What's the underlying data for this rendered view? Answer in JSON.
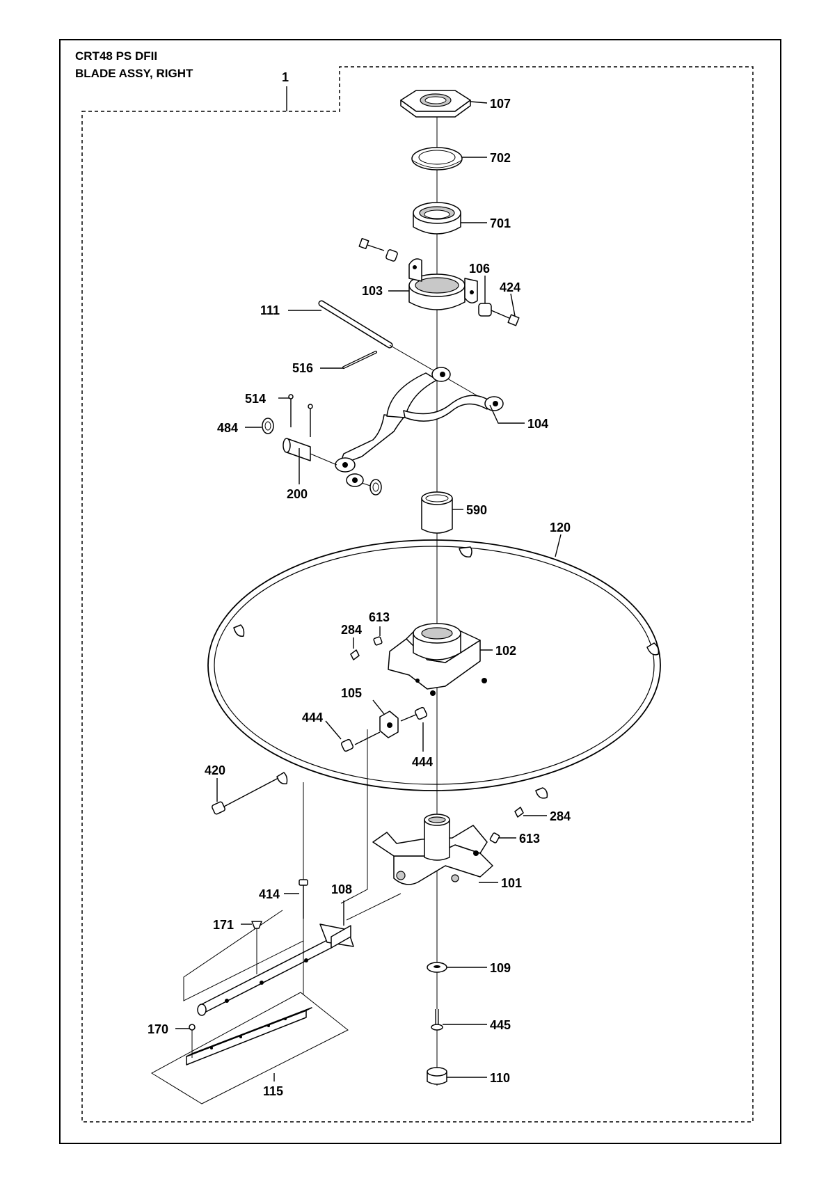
{
  "header": {
    "model": "CRT48 PS DFII",
    "assembly_name": "BLADE ASSY, RIGHT",
    "assembly_number": "1"
  },
  "callouts": [
    {
      "id": "107",
      "label": "107"
    },
    {
      "id": "702",
      "label": "702"
    },
    {
      "id": "701",
      "label": "701"
    },
    {
      "id": "106",
      "label": "106"
    },
    {
      "id": "424",
      "label": "424"
    },
    {
      "id": "103",
      "label": "103"
    },
    {
      "id": "111",
      "label": "111"
    },
    {
      "id": "516",
      "label": "516"
    },
    {
      "id": "514",
      "label": "514"
    },
    {
      "id": "484",
      "label": "484"
    },
    {
      "id": "104",
      "label": "104"
    },
    {
      "id": "200",
      "label": "200"
    },
    {
      "id": "590",
      "label": "590"
    },
    {
      "id": "120",
      "label": "120"
    },
    {
      "id": "613a",
      "label": "613"
    },
    {
      "id": "284a",
      "label": "284"
    },
    {
      "id": "102",
      "label": "102"
    },
    {
      "id": "105",
      "label": "105"
    },
    {
      "id": "444a",
      "label": "444"
    },
    {
      "id": "444b",
      "label": "444"
    },
    {
      "id": "420",
      "label": "420"
    },
    {
      "id": "284b",
      "label": "284"
    },
    {
      "id": "613b",
      "label": "613"
    },
    {
      "id": "101",
      "label": "101"
    },
    {
      "id": "414",
      "label": "414"
    },
    {
      "id": "108",
      "label": "108"
    },
    {
      "id": "171",
      "label": "171"
    },
    {
      "id": "109",
      "label": "109"
    },
    {
      "id": "445",
      "label": "445"
    },
    {
      "id": "170",
      "label": "170"
    },
    {
      "id": "115",
      "label": "115"
    },
    {
      "id": "110",
      "label": "110"
    }
  ]
}
